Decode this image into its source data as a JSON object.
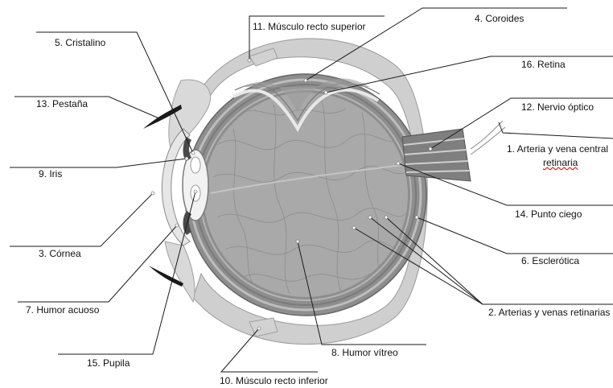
{
  "figure": {
    "labels": {
      "cristalino": "5. Cristalino",
      "pestana": "13. Pestaña",
      "iris": "9. Iris",
      "cornea": "3. Córnea",
      "humor_acuoso": "7. Humor acuoso",
      "pupila": "15. Pupila",
      "musculo_superior": "11. Músculo recto superior",
      "coroides": "4. Coroides",
      "retina": "16. Retina",
      "nervio_optico": "12. Nervio óptico",
      "arteria_central_line1": "1. Arteria y vena central",
      "arteria_central_line2": "retinaria",
      "punto_ciego": "14. Punto ciego",
      "esclerotica": "6. Esclerótica",
      "arterias_retinarias": "2. Arterias y venas retinarias",
      "humor_vitreo": "8. Humor vítreo",
      "musculo_inferior": "10. Músculo recto inferior"
    },
    "colors": {
      "sclera": "#c8c8c8",
      "eyeball": "#9a9a9a",
      "vitreous": "#a6a6a6",
      "outline": "#6e6e6e",
      "leader_line": "#1a1a1a",
      "spellcheck_underline": "#c00000"
    }
  }
}
